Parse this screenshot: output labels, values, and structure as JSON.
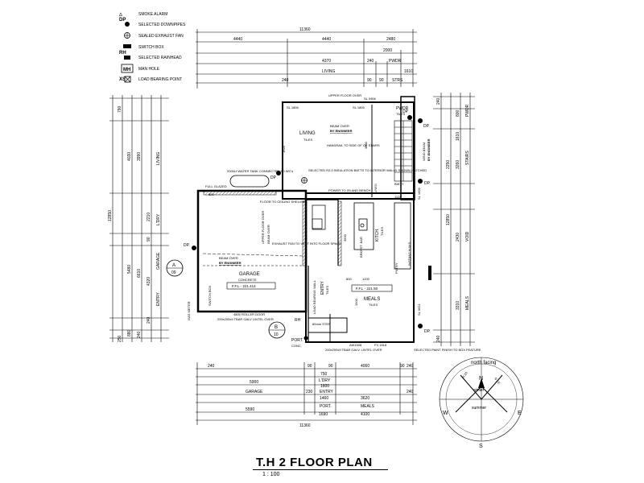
{
  "title": "T.H 2 FLOOR PLAN",
  "scale": "1 : 100",
  "legend": [
    {
      "sym": "DP",
      "label": "SMOKE ALARM"
    },
    {
      "sym": "",
      "label": "SELECTED DOWNPIPES"
    },
    {
      "sym": "",
      "label": "SEALED EXHAUST FAN"
    },
    {
      "sym": "",
      "label": "SWITCH BOX"
    },
    {
      "sym": "RH",
      "label": "SELECTED RAINHEAD"
    },
    {
      "sym": "MH",
      "label": "MAN HOLE"
    },
    {
      "sym": "XS",
      "label": "LOAD BEARING POINT"
    }
  ],
  "dims_top": {
    "overall": "11360",
    "row1": [
      "4440",
      "4440",
      "2480"
    ],
    "row2": [
      "2000"
    ],
    "row3": [
      "4370",
      "240",
      "1610"
    ],
    "row3_labels": [
      "PWDR"
    ],
    "row4": [
      "240",
      "LIVING",
      "90",
      "90",
      "STRS"
    ]
  },
  "dims_left": {
    "overall": "12850",
    "a": [
      "790",
      "4030",
      "3990",
      "2210",
      "90",
      "5480",
      "6610",
      "4320",
      "240",
      "250",
      "880",
      "240"
    ],
    "labels": [
      "LIVING",
      "L'DRY",
      "GARAGE",
      "ENTRY"
    ]
  },
  "dims_right": {
    "overall": "12850",
    "a": [
      "240",
      "800",
      "1610",
      "3260",
      "2250",
      "2430",
      "3310",
      "240"
    ],
    "labels": [
      "PWDR",
      "STAIRS",
      "VOID",
      "MEALS"
    ]
  },
  "dims_bottom": {
    "overall": "11360",
    "row1": [
      "240",
      "90",
      "90",
      "4060",
      "90",
      "240"
    ],
    "row2": [
      "750",
      "L'DRY"
    ],
    "row3": [
      "5900",
      "1600"
    ],
    "row4": [
      "GARAGE",
      "230",
      "ENTRY",
      "240"
    ],
    "row5": [
      "1460",
      "3620"
    ],
    "row6": [
      "PORT.",
      "MEALS"
    ],
    "row7": [
      "5590",
      "1690",
      "4100"
    ]
  },
  "rooms": {
    "living": "LIVING",
    "living_sub": "TILES",
    "pwdr": "PWDR",
    "pwdr_sub": "TILES",
    "garage": "GARAGE",
    "garage_sub": "CONCRETE",
    "garage_ffl": "F.F.L - 221.414",
    "entry": "ENTRY",
    "entry_sub": "TILES",
    "meals": "MEALS",
    "meals_sub": "TILES",
    "meals_ffl": "F.F.L - 221.50",
    "kitch": "KITCH.",
    "kitch_sub": "TILES",
    "port": "PORT.",
    "port_sub": "CONC."
  },
  "notes": {
    "upper_floor_over": "UPPER FLOOR OVER",
    "sl_0906": "SL 0906",
    "sl_1806": "SL 1806",
    "sl_1805": "SL 1805",
    "beam_over": "BEAM OVER",
    "by_engineer": "BY ENGINEER",
    "handrail": "HANDRAIL TO SIDE OF OF STAIRS",
    "water_tank": "2000Lt WATER TANK CONNECTED TO WC's",
    "insulation": "SELECTED R2.0 INSULATION BATTS TO INTERIOR WALLS SHOWN HATCHED",
    "power": "POWER TO ISLAND BENCH",
    "full_glazed": "FULL GLAZED",
    "floor_ceiling": "FLOOR TO CEILING SHELVING",
    "exhaust": "EXHAUST FAN TO VENT INTO FLOOR SPACE",
    "roller_door": "4800 ROLLER DOOR",
    "tbar": "200x200x9 TBAR GALV LINTEL OVER",
    "tbar2": "200x200x9 TBAR GALV. LINTEL OVER",
    "gas_meter": "GAS METER",
    "switch_box": "SWITCH BOX",
    "load_wall": "LOAD BEARING WALL",
    "feature": "SELECTED PAINT FINISH TO BOX FEATURE",
    "aw1508": "AW1508",
    "fx1518": "FX 1518",
    "wind_beam": "WIND BEAM",
    "linen": "LINEN",
    "instant_hws": "INSTANT H.W.S",
    "bwty": "BWTY",
    "pntry": "PNTRY",
    "brkfst": "BRKFST. BAR",
    "step": "80mm STEP",
    "sl_0621": "SL 0621",
    "sl_1609": "SL 1609",
    "dim_820": "820",
    "dim_3600": "3600",
    "dim_800": "800",
    "dim_1200": "1200",
    "dim_1125": "1125",
    "dim_1500": "1500",
    "dim_3800": "3800",
    "dim_1920": "1920"
  },
  "section_a": {
    "letter": "A",
    "num": "09"
  },
  "section_b": {
    "letter": "B",
    "num": "10"
  },
  "compass": {
    "north_facing": "north facing",
    "n": "N",
    "s": "S",
    "e": "E",
    "w": "W",
    "winter": "winter",
    "summer": "summer",
    "ne": "N EE",
    "nw": "N 20"
  },
  "dp_labels": [
    "DP",
    "DP.",
    "DP",
    "DP.",
    "DP.",
    "DP.",
    "DP."
  ],
  "rh": "RH"
}
